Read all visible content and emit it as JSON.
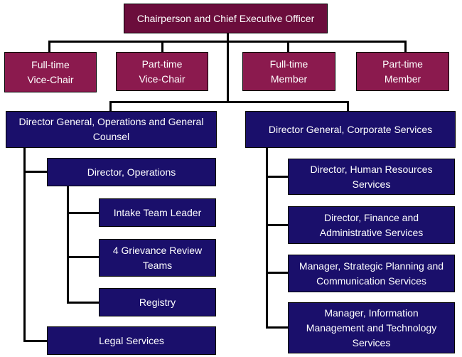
{
  "nodes": {
    "ceo": "Chairperson and Chief Executive Officer",
    "ft_vice_chair": "Full-time\nVice-Chair",
    "pt_vice_chair": "Part-time\nVice-Chair",
    "ft_member": "Full-time\nMember",
    "pt_member": "Part-time\nMember",
    "dg_operations": "Director General, Operations and General\nCounsel",
    "dg_corporate": "Director General, Corporate Services",
    "dir_operations": "Director, Operations",
    "intake_team_leader": "Intake Team Leader",
    "grievance_review_teams": "4 Grievance Review\nTeams",
    "registry": "Registry",
    "legal_services": "Legal Services",
    "dir_hr": "Director, Human Resources\nServices",
    "dir_finance": "Director, Finance and\nAdministrative Services",
    "mgr_strategic": "Manager, Strategic Planning and\nCommunication Services",
    "mgr_info": "Manager, Information\nManagement and Technology\nServices"
  },
  "colors": {
    "executive": "#6b0d3c",
    "members": "#8b1a4e",
    "management": "#1a0f6b",
    "connector": "#000000"
  }
}
